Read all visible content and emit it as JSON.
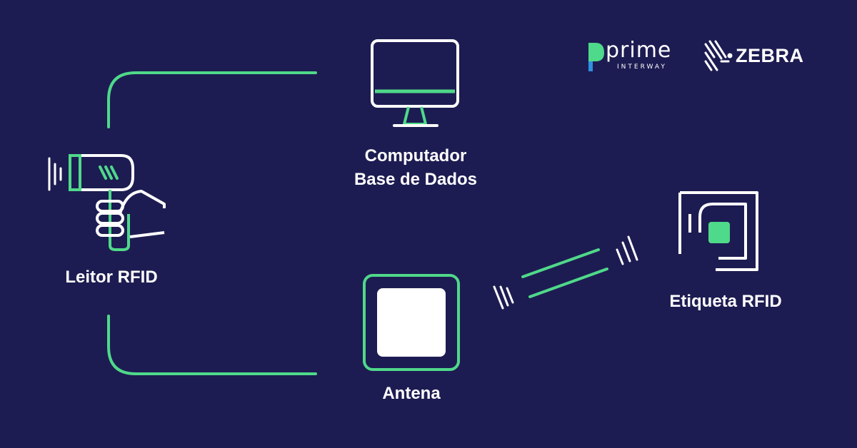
{
  "labels": {
    "computer_line1": "Computador",
    "computer_line2": "Base de Dados",
    "reader": "Leitor RFID",
    "antenna": "Antena",
    "tag": "Etiqueta RFID"
  },
  "brands": {
    "prime_name": "prime",
    "prime_sub": "INTERWAY",
    "zebra_name": "ZEBRA"
  },
  "colors": {
    "background": "#1d1c52",
    "accent": "#4fd98a",
    "foreground": "#ffffff"
  },
  "icons": [
    "computer-monitor-icon",
    "rfid-reader-gun-icon",
    "antenna-icon",
    "rfid-tag-icon",
    "signal-waves-icon"
  ]
}
